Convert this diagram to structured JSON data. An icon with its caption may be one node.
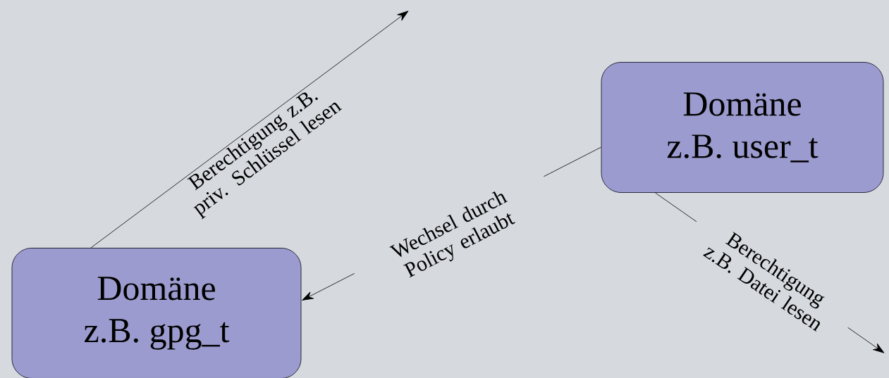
{
  "diagram": {
    "nodes": [
      {
        "text": [
          "Domäne",
          "z.B. user_t"
        ]
      },
      {
        "text": [
          "Domäne",
          "z.B. gpg_t"
        ]
      }
    ],
    "edges": [
      {
        "from": 0,
        "to": 1,
        "arrow": "to",
        "label": "Wechsel durch Policy erlaubt"
      },
      {
        "from": 1,
        "to": null,
        "arrow": "to",
        "label": "Berechtigung z.B. priv. Schlüssel lesen"
      },
      {
        "from": 0,
        "to": null,
        "arrow": "to",
        "label": "Berechtigung z.B. Datei lesen"
      }
    ]
  }
}
